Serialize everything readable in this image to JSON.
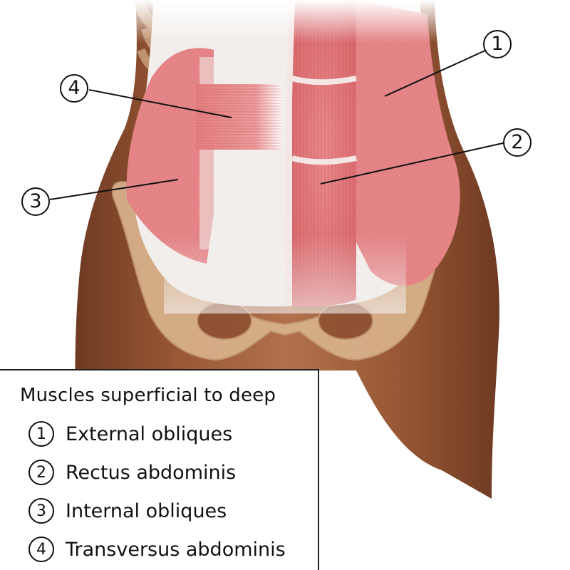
{
  "legend": {
    "title": "Muscles superficial to deep",
    "items": [
      {
        "number": "1",
        "label": "External obliques"
      },
      {
        "number": "2",
        "label": "Rectus abdominis"
      },
      {
        "number": "3",
        "label": "Internal obliques"
      },
      {
        "number": "4",
        "label": "Transversus abdominis"
      }
    ]
  },
  "callouts": [
    {
      "number": "1"
    },
    {
      "number": "2"
    },
    {
      "number": "3"
    },
    {
      "number": "4"
    }
  ],
  "colors": {
    "skin": "#8b4a2c",
    "skin_light": "#b4744f",
    "muscle": "#e07a7c",
    "muscle_light": "#f1b3b2",
    "fascia": "#f2eeec",
    "bone": "#d2ab84",
    "ink": "#111111"
  }
}
